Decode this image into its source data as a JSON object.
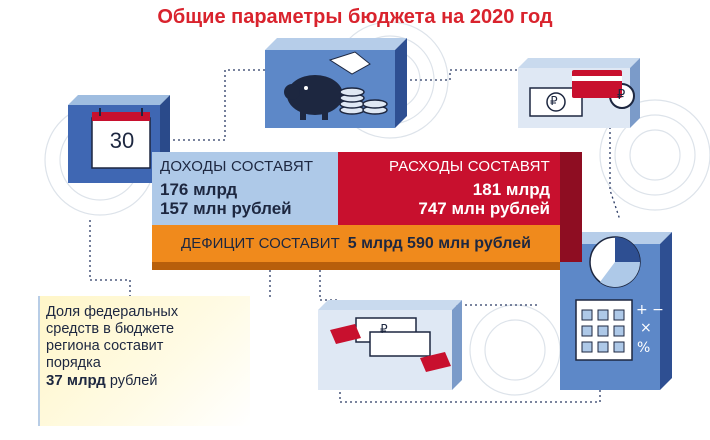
{
  "title": "Общие параметры бюджета на 2020 год",
  "income": {
    "label": "ДОХОДЫ СОСТАВЯТ",
    "value_line1": "176 млрд",
    "value_line2": "157 млн рублей"
  },
  "expense": {
    "label": "РАСХОДЫ СОСТАВЯТ",
    "value_line1": "181 млрд",
    "value_line2": "747 млн рублей"
  },
  "deficit": {
    "label": "ДЕФИЦИТ СОСТАВИТ",
    "value": "5 млрд 590 млн рублей"
  },
  "federal_share": {
    "text_line1": "Доля федеральных",
    "text_line2": "средств в бюджете",
    "text_line3": "региона составит",
    "text_line4": "порядка",
    "amount": "37 млрд",
    "unit": "рублей"
  },
  "calendar": {
    "day": "30"
  },
  "calculator_symbols": {
    "plus_minus": "+ −",
    "times": "×",
    "percent": "%"
  },
  "currency_symbol": "₽",
  "colors": {
    "title": "#d9232d",
    "income": "#aec9e8",
    "expense": "#c8102e",
    "deficit": "#f08a1c",
    "text_dark": "#1d2740"
  },
  "icons": [
    "calendar-icon",
    "piggy-bank-icon",
    "coins-icon",
    "money-icon",
    "credit-card-icon",
    "pie-chart-icon",
    "calculator-icon",
    "banknotes-hand-icon",
    "coin-stacks-icon",
    "arrow-up-icon"
  ]
}
